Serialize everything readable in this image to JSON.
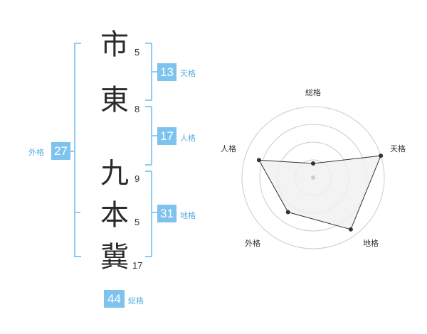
{
  "name": {
    "chars": [
      "市",
      "東",
      "九",
      "本",
      "冀"
    ],
    "strokes": [
      "5",
      "8",
      "9",
      "5",
      "17"
    ]
  },
  "fortune": {
    "tenkaku": {
      "value": "13",
      "label": "天格"
    },
    "jinkaku": {
      "value": "17",
      "label": "人格"
    },
    "chikaku": {
      "value": "31",
      "label": "地格"
    },
    "gaikaku": {
      "value": "27",
      "label": "外格"
    },
    "soukaku": {
      "value": "44",
      "label": "総格"
    }
  },
  "radar": {
    "axes": [
      "総格",
      "天格",
      "地格",
      "外格",
      "人格"
    ],
    "values": [
      0.2,
      1.0,
      0.9,
      0.6,
      0.8
    ],
    "rings": 4,
    "colors": {
      "line": "#333333",
      "fill": "#f0f0f0",
      "ring": "#cccccc",
      "accent": "#7ec3ee"
    }
  }
}
